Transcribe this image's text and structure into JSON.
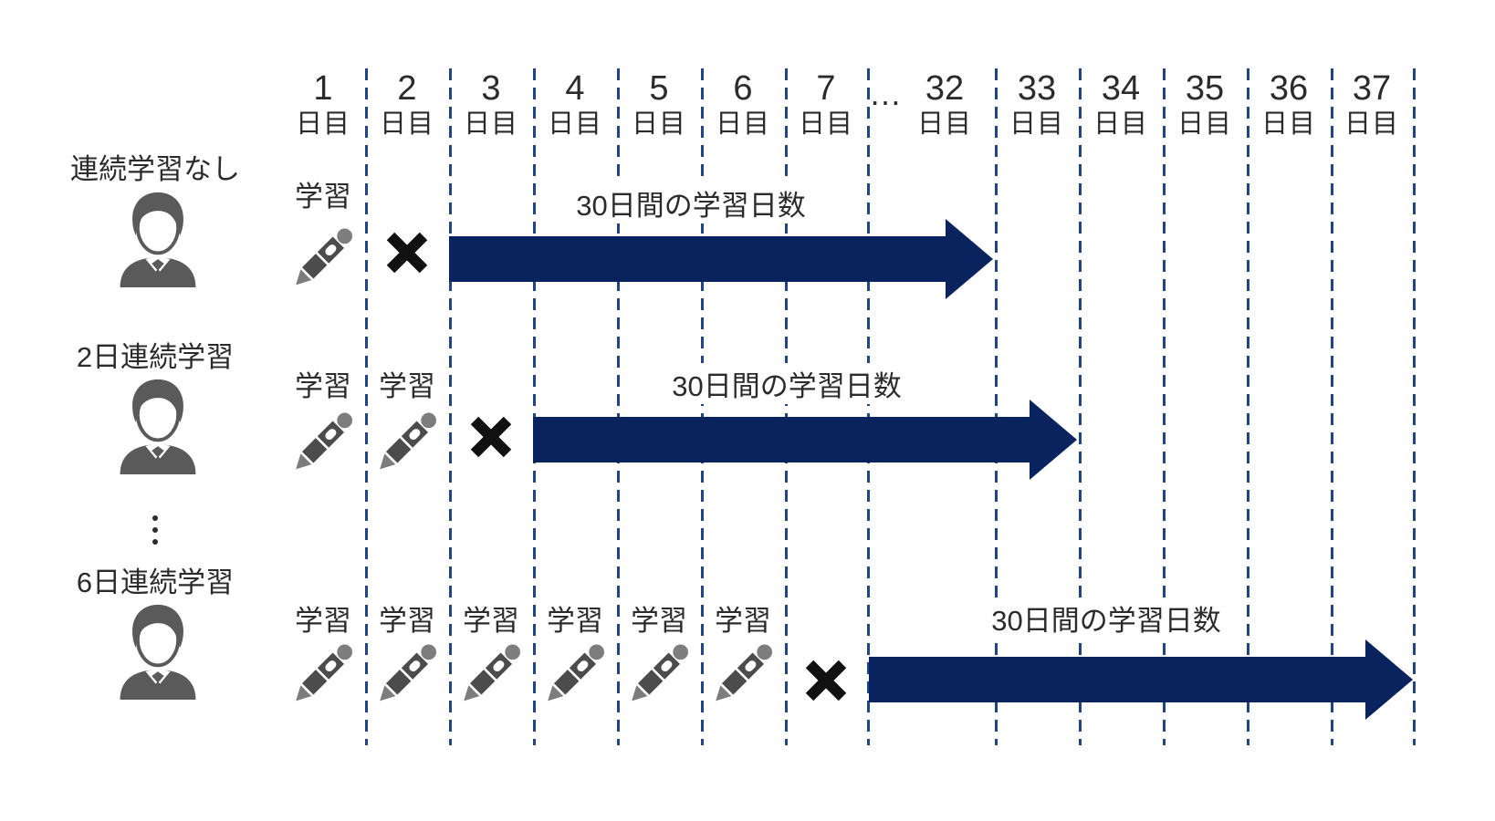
{
  "diagram": {
    "header": {
      "days": [
        "1",
        "2",
        "3",
        "4",
        "5",
        "6",
        "7",
        "32",
        "33",
        "34",
        "35",
        "36",
        "37"
      ],
      "unit": "日目",
      "ellipsis": "…"
    },
    "labels": {
      "study": "学習"
    },
    "rows": [
      {
        "label": "連続学習なし",
        "arrow_label": "30日間の学習日数",
        "study_day_columns": [
          "1"
        ],
        "missed_day_column": "2",
        "arrow_start_column": "3",
        "arrow_end_column": "32"
      },
      {
        "label": "2日連続学習",
        "arrow_label": "30日間の学習日数",
        "study_day_columns": [
          "1",
          "2"
        ],
        "missed_day_column": "3",
        "arrow_start_column": "4",
        "arrow_end_column": "33"
      },
      {
        "label": "6日連続学習",
        "arrow_label": "30日間の学習日数",
        "study_day_columns": [
          "1",
          "2",
          "3",
          "4",
          "5",
          "6"
        ],
        "missed_day_column": "7",
        "arrow_start_column": "8",
        "arrow_end_column": "37"
      }
    ],
    "icons": {
      "person": "person-bust",
      "pencil": "pen-study-marker",
      "missed": "x-cross",
      "row_continuation": "vertical-ellipsis",
      "day_continuation": "…"
    },
    "colors": {
      "arrow_navy": "#09235f",
      "grid_dash_blue": "#214584",
      "icon_gray": "#5a5a5a",
      "pencil_dark_gray": "#4c4c4c",
      "pencil_light_gray": "#7d7d7d",
      "x_mark_black": "#111111",
      "text_black": "#2b2b2b",
      "background": "#ffffff"
    }
  }
}
